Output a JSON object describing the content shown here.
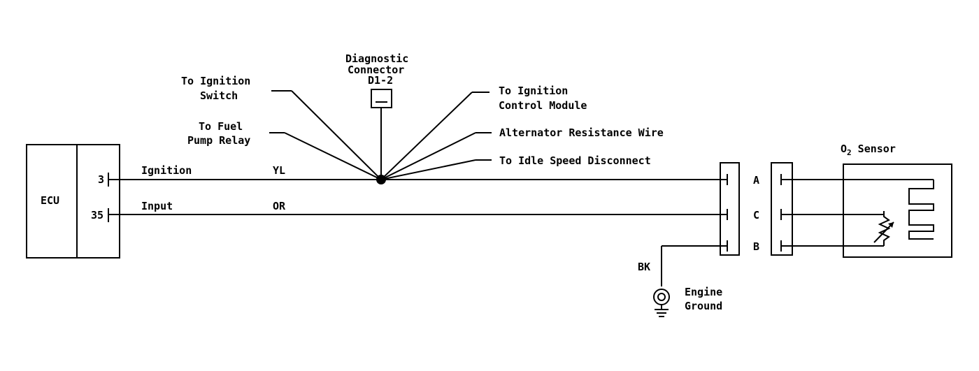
{
  "ecu": {
    "label": "ECU",
    "pin_ignition": "3",
    "pin_input": "35"
  },
  "wires": {
    "ignition_label": "Ignition",
    "ignition_color": "YL",
    "input_label": "Input",
    "input_color": "OR",
    "ground_color": "BK"
  },
  "splice_labels": {
    "ignition_switch_1": "To Ignition",
    "ignition_switch_2": "Switch",
    "fuel_pump_1": "To Fuel",
    "fuel_pump_2": "Pump Relay",
    "diag_1": "Diagnostic",
    "diag_2": "Connector",
    "diag_3": "D1-2",
    "icm_1": "To Ignition",
    "icm_2": "Control Module",
    "alternator": "Alternator Resistance Wire",
    "idle_speed": "To Idle Speed Disconnect"
  },
  "connector": {
    "pin_a": "A",
    "pin_c": "C",
    "pin_b": "B"
  },
  "sensor": {
    "label_main": "O",
    "label_sub": "2",
    "label_rest": " Sensor"
  },
  "ground": {
    "label_1": "Engine",
    "label_2": "Ground"
  }
}
